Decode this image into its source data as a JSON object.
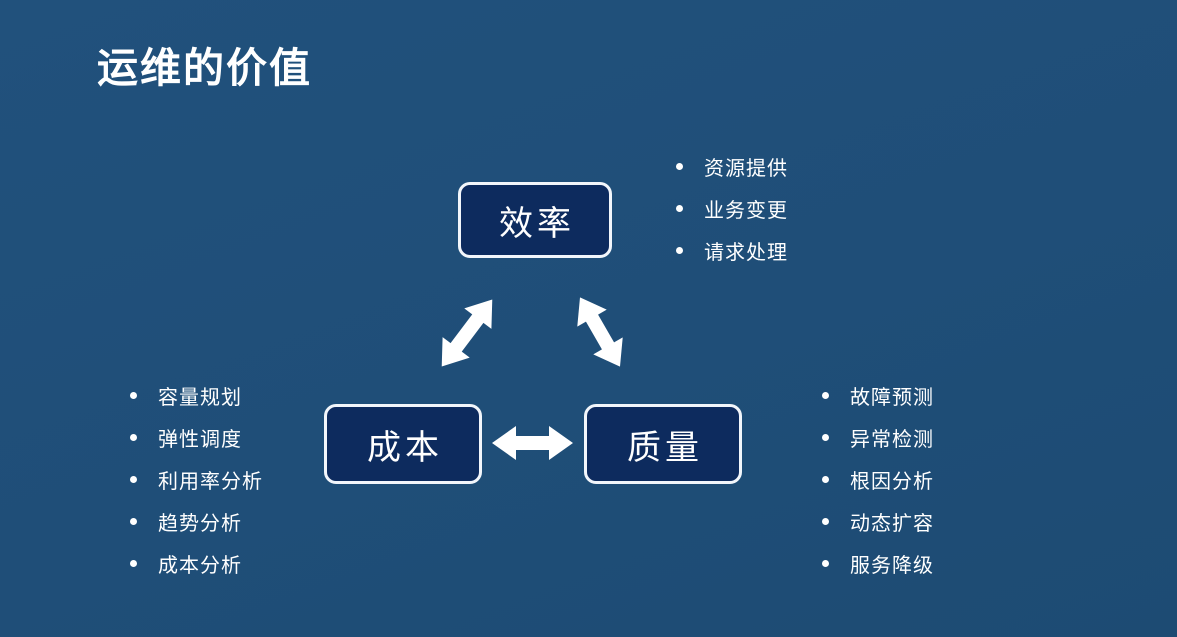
{
  "slide": {
    "title": "运维的价值"
  },
  "nodes": {
    "efficiency": {
      "label": "效率"
    },
    "cost": {
      "label": "成本"
    },
    "quality": {
      "label": "质量"
    }
  },
  "lists": {
    "efficiency": {
      "items": [
        "资源提供",
        "业务变更",
        "请求处理"
      ]
    },
    "cost": {
      "items": [
        "容量规划",
        "弹性调度",
        "利用率分析",
        "趋势分析",
        "成本分析"
      ]
    },
    "quality": {
      "items": [
        "故障预测",
        "异常检测",
        "根因分析",
        "动态扩容",
        "服务降级"
      ]
    }
  },
  "icons": {
    "connector": "double-headed-arrow"
  },
  "colors": {
    "background": "#1f4e78",
    "node_fill": "#0d2b5e",
    "node_border": "#f2f6fb",
    "text": "#ffffff",
    "arrow": "#ffffff"
  }
}
